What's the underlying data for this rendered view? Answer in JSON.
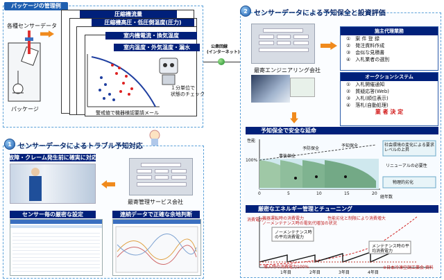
{
  "package_section": {
    "tag": "パッケージの管理例",
    "sensor_label": "各種センサーデータ",
    "package_label": "パッケージ",
    "cards": [
      "圧縮機流量",
      "圧縮機高圧・低圧側温度(圧力)",
      "室内機電流・換気温度",
      "室内温度・外気温度・漏水"
    ],
    "check_note_1": "１分単位で",
    "check_note_2": "状態のチェック",
    "alarm_note": "警戒値で機器様認要請メール"
  },
  "network": {
    "line1": "公衆回線",
    "line2": "(インターネット)"
  },
  "section2": {
    "num": "2",
    "title": "センサーデータによる予知保全と設資評価",
    "company": "最寄エンジニアリング会社",
    "contractor": {
      "header": "施主代理業務",
      "items": [
        "①　案 件 登 録",
        "②　発注資料作成",
        "③　会似な見積書",
        "④　入札業者の選別"
      ]
    },
    "auction": {
      "header": "オークションシステム",
      "items": [
        "①　入札開催通知",
        "②　質疑応答(Web)",
        "③　入札(順位表示)",
        "④　落札(自動処理)"
      ],
      "decision": "業 者 決 定"
    },
    "predict_title": "予知保全で安全な延命",
    "predict_chart": {
      "ylabel": "性能",
      "y100": "100%",
      "labels": [
        "事後保全",
        "予防保全",
        "予知保全"
      ],
      "xticks": [
        "0",
        "5",
        "10",
        "15",
        "20"
      ],
      "xunit": "経年数",
      "note_top": "社会環境の変化による要求レベルの上昇",
      "note_mid": "リニューアルの必要性",
      "note_bot": "物理的劣化"
    },
    "energy_title": "厳密なエネルギー管理とチューニング",
    "energy_chart": {
      "ylabel": "消費電力",
      "legend1": "機器運転時の消費電力",
      "legend1b": "性能劣化と制限により消費増大",
      "legend2": "ノーメンテナンス時の電気代増加の状況",
      "note_a": "ノーメンテナンス時の平均消費電力",
      "note_b": "メンテナンス時の平均消費電力",
      "note_c": "導入時の消費電力100%",
      "note_d": "※日本冷凍空調工業会 資料",
      "xticks": [
        "1年目",
        "2年目",
        "3年目",
        "4年目"
      ]
    }
  },
  "section1": {
    "num": "1",
    "title": "センサーデータによるトラブル予知対応",
    "fault_title": "故障・クレーム発生前に確実に対応",
    "company": "最寄管理サービス会社",
    "sensor_title": "センサー毎の厳密な設定",
    "continuous_title": "連続データで正確な余地判断"
  }
}
